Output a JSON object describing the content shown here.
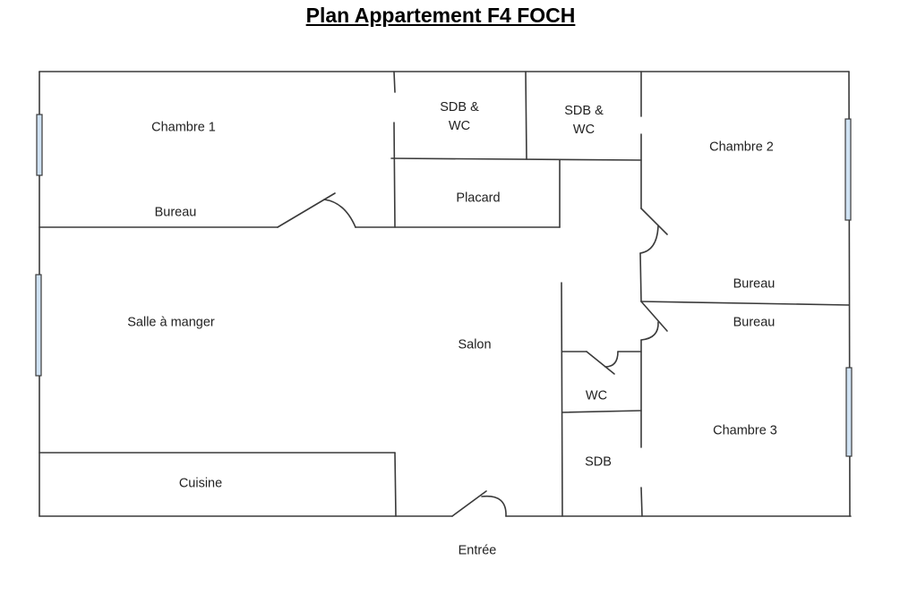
{
  "title": "Plan Appartement F4 FOCH",
  "rooms": {
    "chambre1": "Chambre 1",
    "sdb_wc_1_a": "SDB &",
    "sdb_wc_1_b": "WC",
    "sdb_wc_2_a": "SDB &",
    "sdb_wc_2_b": "WC",
    "chambre2": "Chambre 2",
    "placard": "Placard",
    "bureau1": "Bureau",
    "bureau2": "Bureau",
    "bureau3": "Bureau",
    "salle_a_manger": "Salle à manger",
    "salon": "Salon",
    "wc": "WC",
    "chambre3": "Chambre 3",
    "sdb": "SDB",
    "cuisine": "Cuisine",
    "entree": "Entrée"
  },
  "colors": {
    "window": "#cfe2f3",
    "wall": "#3a3a3a"
  }
}
